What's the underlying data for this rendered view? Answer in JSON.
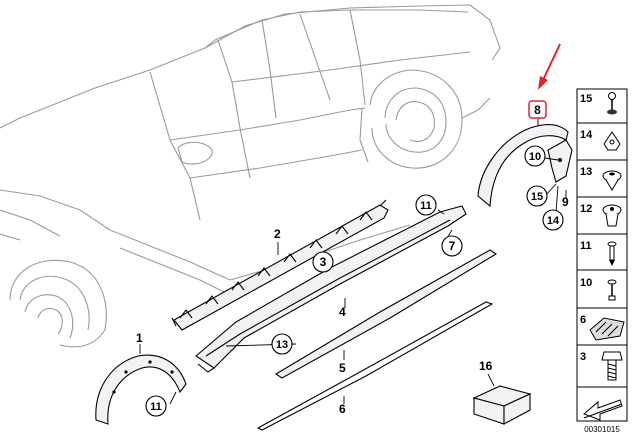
{
  "callouts": {
    "c1": "1",
    "c2": "2",
    "c3": "3",
    "c4": "4",
    "c5": "5",
    "c6": "6",
    "c7": "7",
    "c8": "8",
    "c9": "9",
    "c10": "10",
    "c11a": "11",
    "c11b": "11",
    "c13": "13",
    "c14": "14",
    "c15": "15",
    "c16": "16"
  },
  "side_panel": {
    "items": [
      {
        "label": "15",
        "icon": "screw-with-cap-icon"
      },
      {
        "label": "14",
        "icon": "spring-nut-icon"
      },
      {
        "label": "13",
        "icon": "expanding-rivet-icon"
      },
      {
        "label": "12",
        "icon": "plastic-clip-icon"
      },
      {
        "label": "11",
        "icon": "push-pin-icon"
      },
      {
        "label": "10",
        "icon": "pin-rivet-icon"
      },
      {
        "label": "6",
        "icon": "mounting-bracket-icon"
      },
      {
        "label": "3",
        "icon": "hex-bolt-icon"
      },
      {
        "label": "",
        "icon": "arrow-symbol-icon"
      }
    ]
  },
  "diagram_code": "00301015",
  "colors": {
    "highlight": "#e8212b",
    "line": "#000000",
    "car_outline": "#9a9a9a"
  }
}
